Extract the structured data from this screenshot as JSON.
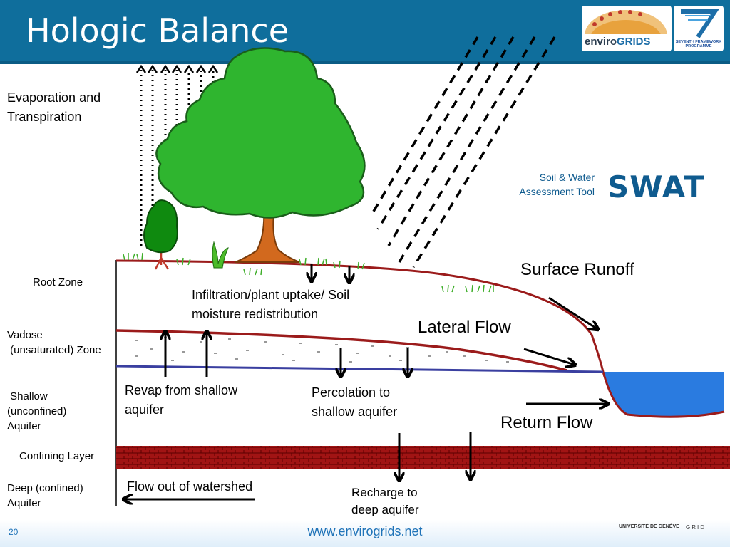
{
  "slide": {
    "title": "Hologic Balance",
    "page_number": "20",
    "website": "www.envirogrids.net"
  },
  "logos": {
    "envirogrids": "enviroGRIDS",
    "envirogrids_a": "enviro",
    "envirogrids_b": "GRIDS",
    "fp7": "SEVENTH FRAMEWORK PROGRAMME",
    "geneve": "UNIVERSITÉ DE GENÈVE",
    "grid": "GRID"
  },
  "swat": {
    "line1": "Soil & Water",
    "line2": "Assessment Tool",
    "acronym": "SWAT"
  },
  "layers": {
    "root_zone": "Root Zone",
    "vadose": "Vadose\n (unsaturated) Zone",
    "shallow": " Shallow\n(unconfined)\nAquifer",
    "confining": "Confining Layer",
    "deep": "Deep (confined)\nAquifer"
  },
  "processes": {
    "evapotranspiration": "Evaporation and\nTranspiration",
    "infiltration": "Infiltration/plant uptake/ Soil\nmoisture redistribution",
    "surface_runoff": "Surface Runoff",
    "lateral_flow": "Lateral Flow",
    "return_flow": "Return Flow",
    "revap": "Revap from shallow\naquifer",
    "percolation": "Percolation to\nshallow aquifer",
    "recharge": "Recharge to\ndeep aquifer",
    "outflow": "Flow out of watershed"
  },
  "colors": {
    "header": "#0f6e9c",
    "ground_line": "#9b1b1b",
    "water_table": "#3a3fa0",
    "water": "#2a7be0",
    "confining": "#a11414",
    "tree": "#2fb52f",
    "trunk": "#d2691e"
  }
}
